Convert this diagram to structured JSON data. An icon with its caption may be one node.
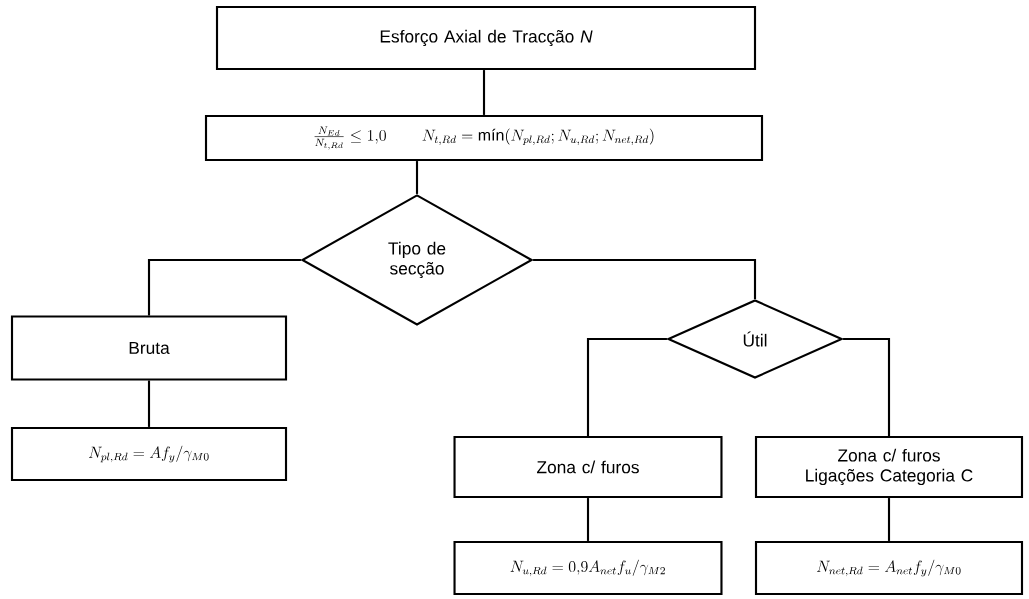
{
  "diagram": {
    "nodes": [
      {
        "text": [
          "Esforço Axial de Tracção *N*"
        ]
      },
      {
        "text": [
          "\\frac{N_{Ed}}{N_{t,Rd}} \\leq 1{,}0",
          "N_{t,Rd} = \\text{mín} (N_{pl,Rd}; N_{u,Rd}; N_{net,Rd})"
        ]
      },
      {
        "text": [
          "Tipo de secção"
        ]
      },
      {
        "text": [
          "Bruta"
        ]
      },
      {
        "text": [
          "N_{pl,Rd} = A f_y / \\gamma_{M0}"
        ]
      },
      {
        "text": [
          "Útil"
        ]
      },
      {
        "text": [
          "Zona c/ furos"
        ]
      },
      {
        "text": [
          "Zona c/ furos Ligações Categoria C"
        ]
      },
      {
        "text": [
          "N_{u,Rd} = 0{,}9 A_{net} f_u / \\gamma_{M2}"
        ]
      },
      {
        "text": [
          "N_{net,Rd} = A_{net} f_y / \\gamma_{M0}"
        ]
      }
    ],
    "edges": [
      {
        "from": 0,
        "to": 1,
        "arrow": "none"
      },
      {
        "from": 1,
        "to": 2,
        "arrow": "none"
      },
      {
        "from": 2,
        "to": 3,
        "arrow": "none"
      },
      {
        "from": 3,
        "to": 4,
        "arrow": "none"
      },
      {
        "from": 2,
        "to": 5,
        "arrow": "none"
      },
      {
        "from": 5,
        "to": 6,
        "arrow": "none"
      },
      {
        "from": 5,
        "to": 7,
        "arrow": "none"
      },
      {
        "from": 6,
        "to": 8,
        "arrow": "none"
      },
      {
        "from": 7,
        "to": 9,
        "arrow": "none"
      }
    ]
  }
}
